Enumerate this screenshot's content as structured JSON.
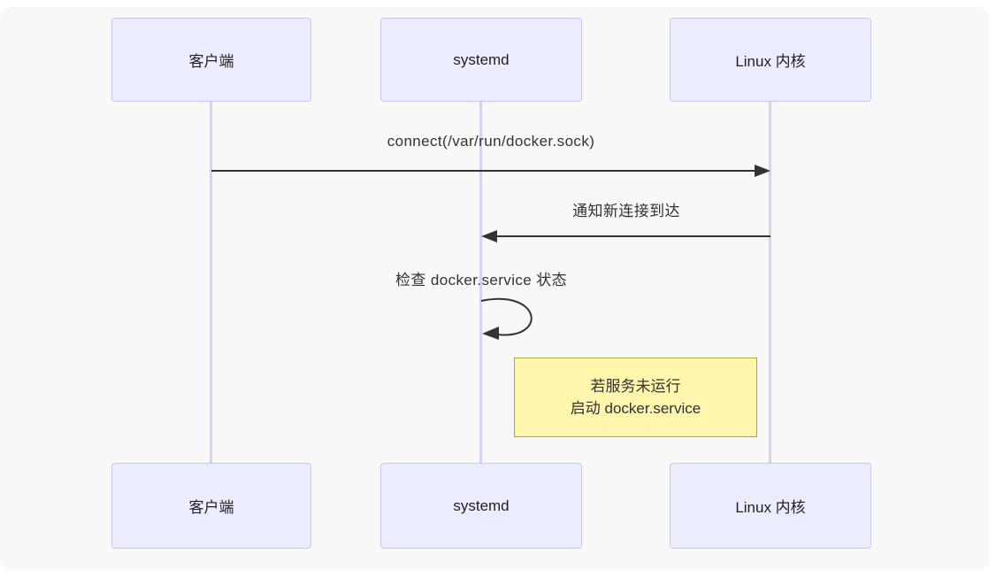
{
  "diagram": {
    "type": "sequence",
    "participants": [
      {
        "id": "client",
        "label": "客户端"
      },
      {
        "id": "systemd",
        "label": "systemd"
      },
      {
        "id": "kernel",
        "label": "Linux 内核"
      }
    ],
    "messages": [
      {
        "from": "客户端",
        "to": "Linux 内核",
        "label": "connect(/var/run/docker.sock)",
        "arrow": "solid"
      },
      {
        "from": "Linux 内核",
        "to": "systemd",
        "label": "通知新连接到达",
        "arrow": "solid"
      },
      {
        "from": "systemd",
        "to": "systemd",
        "label": "检查 docker.service 状态",
        "arrow": "self-loop"
      }
    ],
    "note": {
      "position": "between systemd and Linux 内核",
      "lines": [
        "若服务未运行",
        "启动 docker.service"
      ]
    },
    "colors": {
      "canvas_background": "#f8f8f9",
      "actor_fill": "#ECECFF",
      "actor_border": "#ccc6f2",
      "lifeline": "#d8d2f2",
      "arrow": "#333333",
      "note_fill": "#fff5ad",
      "note_border": "#aaaa33",
      "text": "#333333"
    }
  }
}
